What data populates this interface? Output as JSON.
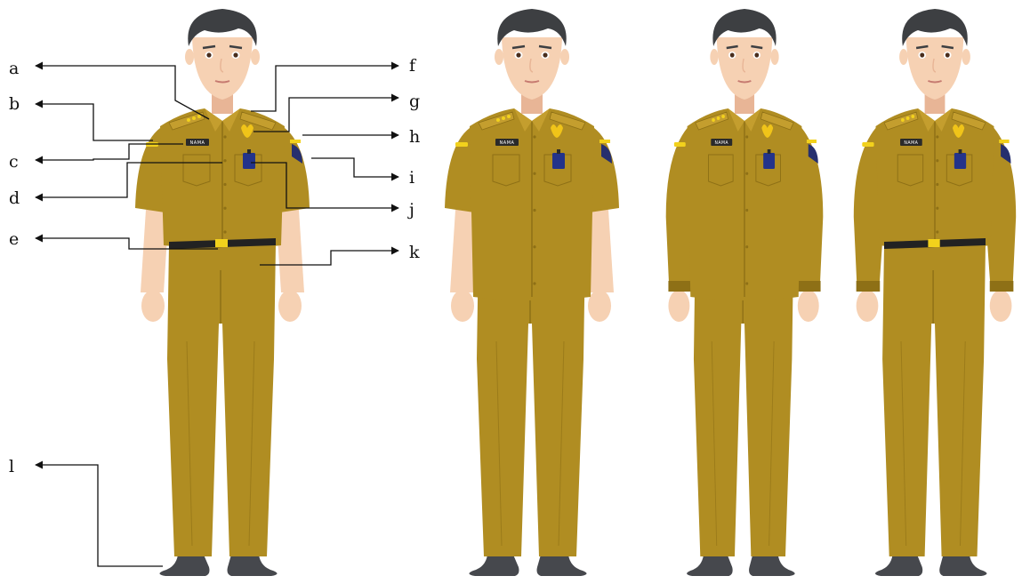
{
  "badge_text": "NAMA",
  "callout_labels": [
    "a",
    "b",
    "c",
    "d",
    "e",
    "f",
    "g",
    "h",
    "i",
    "j",
    "k",
    "l"
  ],
  "colors": {
    "uniform": "#b08d22",
    "uniform_shadow": "#8e7016",
    "uniform_highlight": "#c49e2e",
    "skin": "#f6d1b3",
    "skin_shadow": "#e8b596",
    "hair": "#3d3f42",
    "shoe": "#46484d",
    "belt": "#222222",
    "buckle": "#f2d11c",
    "pocket_badge": "#23338a",
    "shoulder_patch": "#262f6e",
    "stripe": "#f2d11c",
    "emblem": "#f0c419",
    "nametag": "#2a2a2a"
  },
  "figures": [
    {
      "variant": "short-sleeve-belt"
    },
    {
      "variant": "short-sleeve-untucked"
    },
    {
      "variant": "long-sleeve-untucked"
    },
    {
      "variant": "long-sleeve-belt"
    }
  ]
}
